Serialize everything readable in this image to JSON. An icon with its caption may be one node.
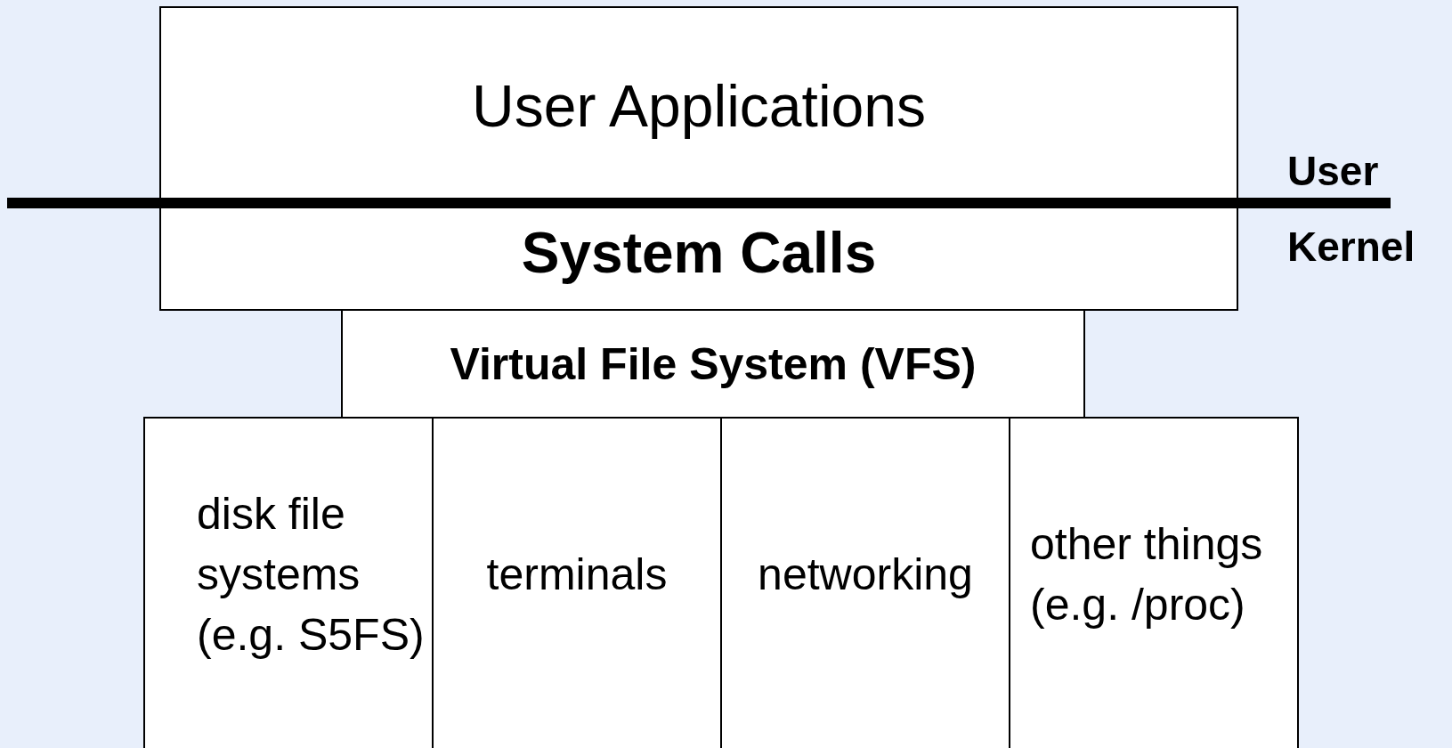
{
  "diagram": {
    "nodes": [
      {
        "text": [
          "User Applications",
          "System Calls"
        ]
      },
      {
        "text": [
          "Virtual File System (VFS)"
        ]
      },
      {
        "text": [
          "disk file systems (e.g. S5FS)"
        ]
      },
      {
        "text": [
          "terminals"
        ]
      },
      {
        "text": [
          "networking"
        ]
      },
      {
        "text": [
          "other things (e.g. /proc)"
        ]
      }
    ],
    "edges": [],
    "labels": [
      "User",
      "Kernel"
    ]
  }
}
